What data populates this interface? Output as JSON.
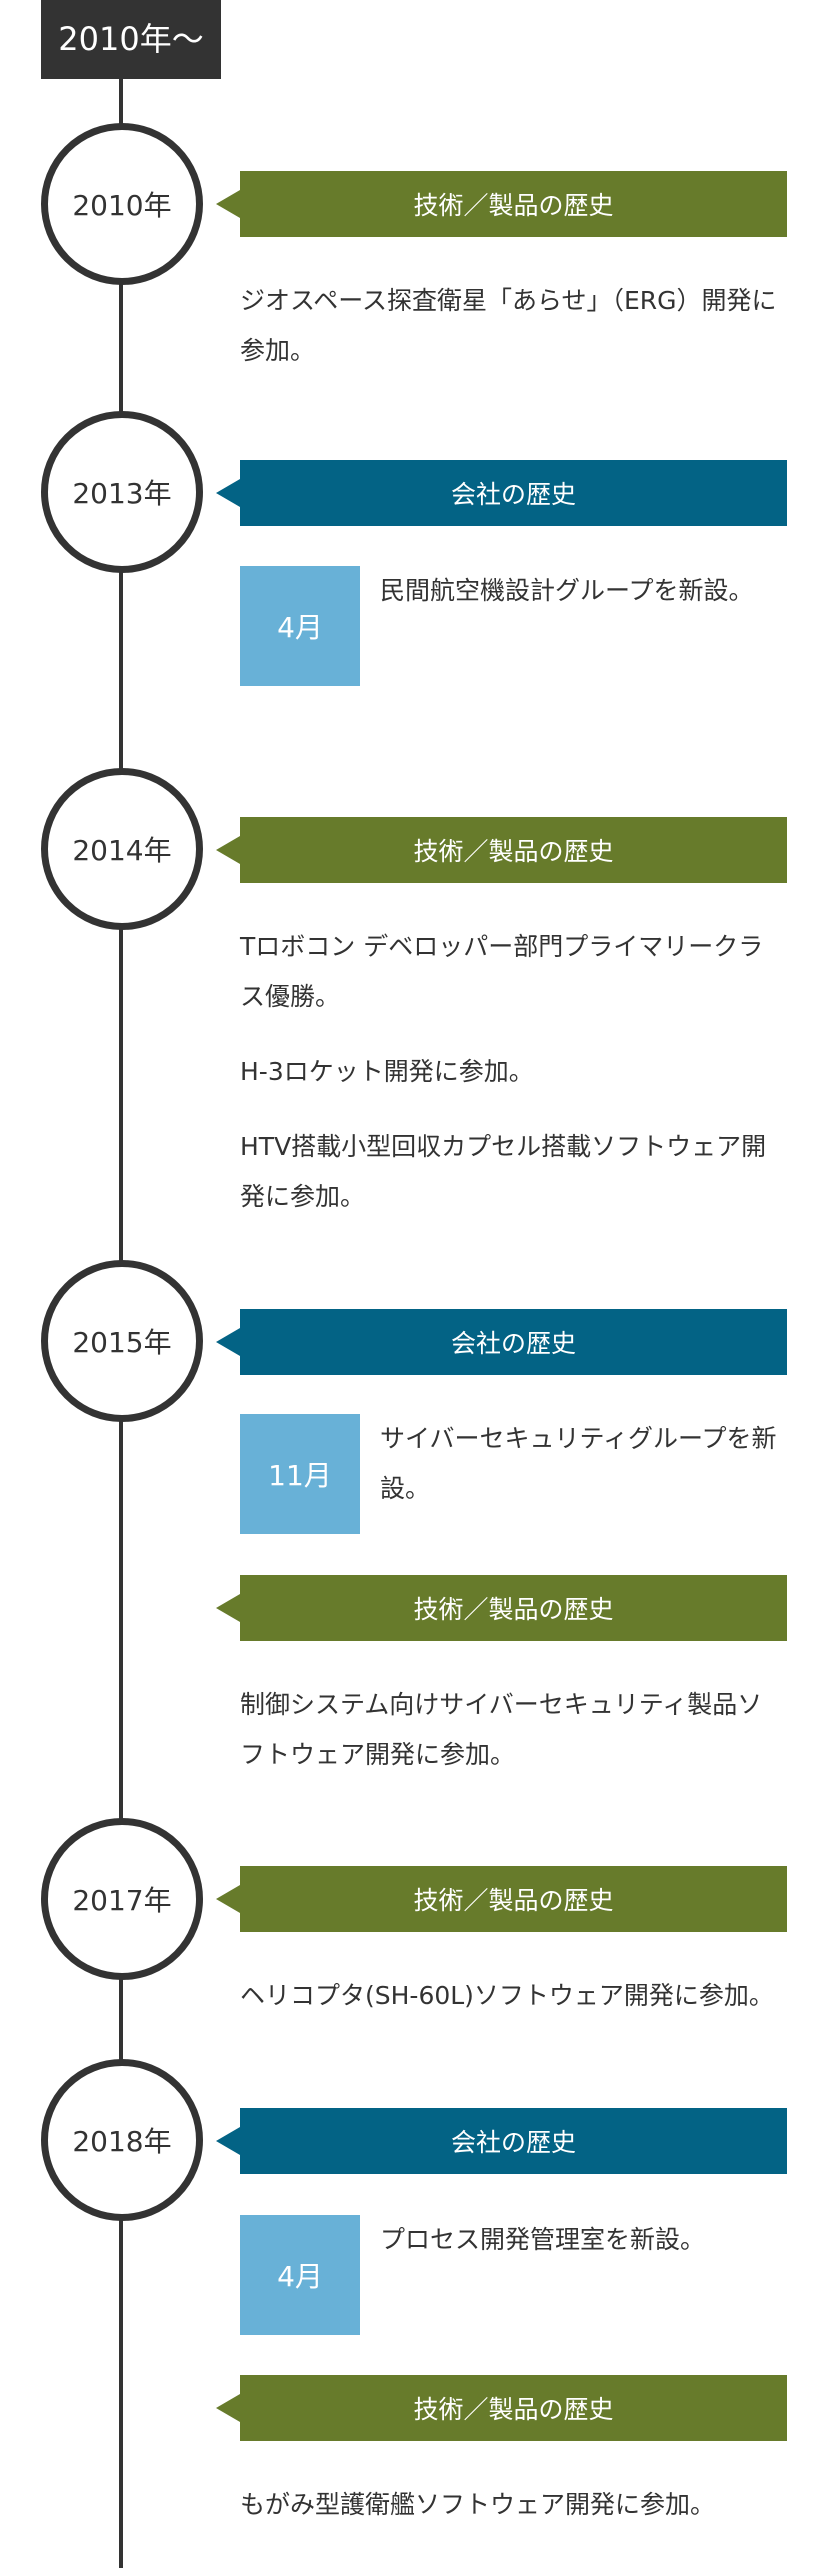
{
  "era": "2010年〜",
  "labels": {
    "tech": "技術／製品の歴史",
    "company": "会社の歴史"
  },
  "years": {
    "y2010": "2010年",
    "y2013": "2013年",
    "y2014": "2014年",
    "y2015": "2015年",
    "y2017": "2017年",
    "y2018": "2018年"
  },
  "entries": {
    "e2010_1": "ジオスペース探査衛星「あらせ」（ERG）開発に参加。",
    "e2013_month": "4月",
    "e2013_1": "民間航空機設計グループを新設。",
    "e2014_1": "Tロボコン デベロッパー部門プライマリークラス優勝。",
    "e2014_2": "H-3ロケット開発に参加。",
    "e2014_3": "HTV搭載小型回収カプセル搭載ソフトウェア開発に参加。",
    "e2015_month": "11月",
    "e2015_1": "サイバーセキュリティグループを新設。",
    "e2015_2": "制御システム向けサイバーセキュリティ製品ソフトウェア開発に参加。",
    "e2017_1": "ヘリコプタ(SH-60L)ソフトウェア開発に参加。",
    "e2018_month": "4月",
    "e2018_1": "プロセス開発管理室を新設。",
    "e2018_2": "もがみ型護衛艦ソフトウェア開発に参加。"
  },
  "colors": {
    "tech_tag": "#677b2b",
    "company_tag": "#036385",
    "month_box": "#68b1d7",
    "era_label": "#333333"
  }
}
